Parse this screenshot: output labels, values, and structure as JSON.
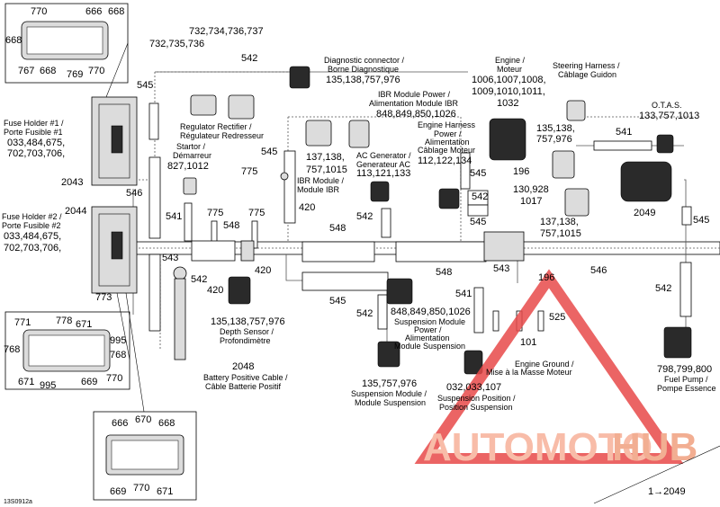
{
  "watermark": {
    "part1": "AUTOMOTO",
    "part2": "HUB",
    "color1": "#f7b19a",
    "color2": "#f0a080",
    "triangle_color": "#e84a4a"
  },
  "footer": {
    "figure_id": "13S0912a",
    "ref": "1→2049"
  },
  "labels": {
    "c770_top": "770",
    "c666_top": "666",
    "c668_top_r": "668",
    "c668_top_l": "668",
    "c767": "767",
    "c668_bot": "668",
    "c769": "769",
    "c770_bot": "770",
    "p732a": "732,734,736,737",
    "p732b": "732,735,736",
    "w542_top": "542",
    "diag_title": "Diagnostic connector /",
    "diag_sub": "Borne Diagnostique",
    "diag_num": "135,138,757,976",
    "w545_a": "545",
    "fh1_title": "Fuse Holder #1 /",
    "fh1_sub": "Porte Fusible #1",
    "fh1_num1": "033,484,675,",
    "fh1_num2": "702,703,706,",
    "reg_title": "Regulator Rectifier /",
    "reg_sub": "Régulateur Redresseur",
    "starter_title": "Startor /",
    "starter_sub": "Démarreur",
    "starter_num": "827,1012",
    "ibr_pwr_title": "IBR Module Power /",
    "ibr_pwr_sub": "Alimentation Module IBR",
    "ibr_pwr_num": "848,849,850,1026",
    "ibr_num1": "137,138,",
    "ibr_num2": "757,1015",
    "ibr_mod_title": "IBR Module /",
    "ibr_mod_sub": "Module IBR",
    "w775": "775",
    "w545_b": "545",
    "w420_a": "420",
    "acgen_title": "AC Generator /",
    "acgen_sub": "Generateur AC",
    "acgen_num": "113,121,133",
    "eh_title": "Engine Harness",
    "eh_sub1": "Power /",
    "eh_sub2": "Alimentation",
    "eh_sub3": "Câblage Moteur",
    "eh_num": "112,122,134",
    "eng_title": "Engine /",
    "eng_sub": "Moteur",
    "eng_num1": "1006,1007,1008,",
    "eng_num2": "1009,1010,1011,",
    "eng_num3": "1032",
    "steer_title": "Steering Harness /",
    "steer_sub": "Câblage Guidon",
    "steer_num1": "135,138,",
    "steer_num2": "757,976",
    "otas_title": "O.T.A.S.",
    "otas_num": "133,757,1013",
    "w541_r": "541",
    "w545_c": "545",
    "w196_a": "196",
    "p130": "130,928",
    "p1017": "1017",
    "w542_mid": "542",
    "w545_d": "545",
    "p137": "137,138,",
    "p757": "757,1015",
    "w2049": "2049",
    "w545_r": "545",
    "w546_a": "546",
    "w541_l": "541",
    "w775_b": "775",
    "w548_a": "548",
    "w775_c": "775",
    "w542_ac": "542",
    "w548_b": "548",
    "fh2_title": "Fuse Holder #2 /",
    "fh2_sub": "Porte Fusible #2",
    "fh2_num1": "033,484,675,",
    "fh2_num2": "702,703,706,",
    "w2043": "2043",
    "w2044": "2044",
    "w773": "773",
    "w543_a": "543",
    "w542_b": "542",
    "w420_b": "420",
    "w420_c": "420",
    "w548_c": "548",
    "w543_b": "543",
    "w546_b": "546",
    "w196_b": "196",
    "w545_e": "545",
    "w541_m": "541",
    "w542_susp": "542",
    "w542_r": "542",
    "depth_num": "135,138,757,976",
    "depth_title": "Depth Sensor /",
    "depth_sub": "Profondimètre",
    "susp_pwr_num": "848,849,850,1026",
    "susp_pwr_title": "Suspension Module",
    "susp_pwr_sub1": "Power /",
    "susp_pwr_sub2": "Alimentation",
    "susp_pwr_sub3": "Module Suspension",
    "w525": "525",
    "w101": "101",
    "eg_title": "Engine Ground /",
    "eg_sub": "Mise à la Masse Moteur",
    "fp_num": "798,799,800",
    "fp_title": "Fuel Pump /",
    "fp_sub": "Pompe Essence",
    "bat_num": "2048",
    "bat_title": "Battery Positive Cable /",
    "bat_sub": "Câble Batterie Positif",
    "susp_num": "135,757,976",
    "susp_title": "Suspension Module /",
    "susp_sub": "Module Suspension",
    "sp_num": "032,033,107",
    "sp_title": "Suspension Position /",
    "sp_sub": "Position Suspension",
    "c771": "771",
    "c778": "778",
    "c671_a": "671",
    "c995_a": "995",
    "c768_l": "768",
    "c768_r": "768",
    "c671_b": "671",
    "c995_b": "995",
    "c669_a": "669",
    "c770_c": "770",
    "c666_c": "666",
    "c670": "670",
    "c668_c": "668",
    "c669_b": "669",
    "c770_d": "770",
    "c671_c": "671"
  }
}
